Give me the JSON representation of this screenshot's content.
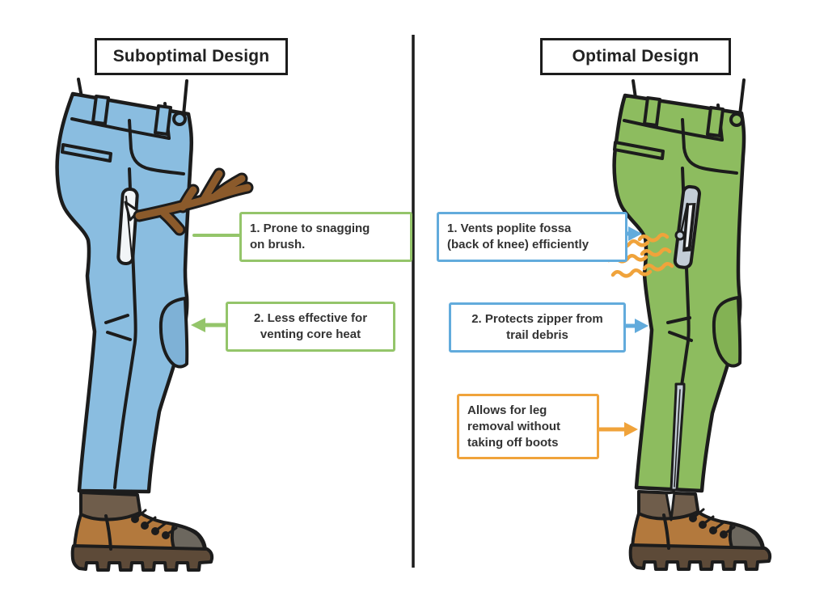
{
  "colors": {
    "ink": "#1c1c1c",
    "text": "#333333",
    "pants-blue": "#8ABDE0",
    "pants-blue-dark": "#7EB1D6",
    "pants-green": "#8DBC5F",
    "pants-green-dark": "#83B254",
    "boot-brown": "#B3793D",
    "boot-sole": "#5D4A38",
    "boot-toe": "#6C675E",
    "boot-cuff": "#6F5D4B",
    "branch-brown": "#8B5A2B",
    "zipper-gray": "#C3CDD7",
    "callout-green": "#94C56A",
    "callout-blue": "#62ABDC",
    "callout-orange": "#F0A33B"
  },
  "left_panel": {
    "title": "Suboptimal Design",
    "callouts": [
      {
        "lines": [
          "1. Prone to snagging",
          "on brush."
        ]
      },
      {
        "lines": [
          "2. Less effective for",
          "venting core heat"
        ]
      }
    ]
  },
  "right_panel": {
    "title": "Optimal Design",
    "callouts": [
      {
        "lines": [
          "1. Vents poplite fossa",
          "(back of knee) efficiently"
        ]
      },
      {
        "lines": [
          "2. Protects zipper from",
          "trail debris"
        ]
      },
      {
        "lines": [
          "Allows for leg",
          "removal without",
          "taking off boots"
        ]
      }
    ]
  }
}
